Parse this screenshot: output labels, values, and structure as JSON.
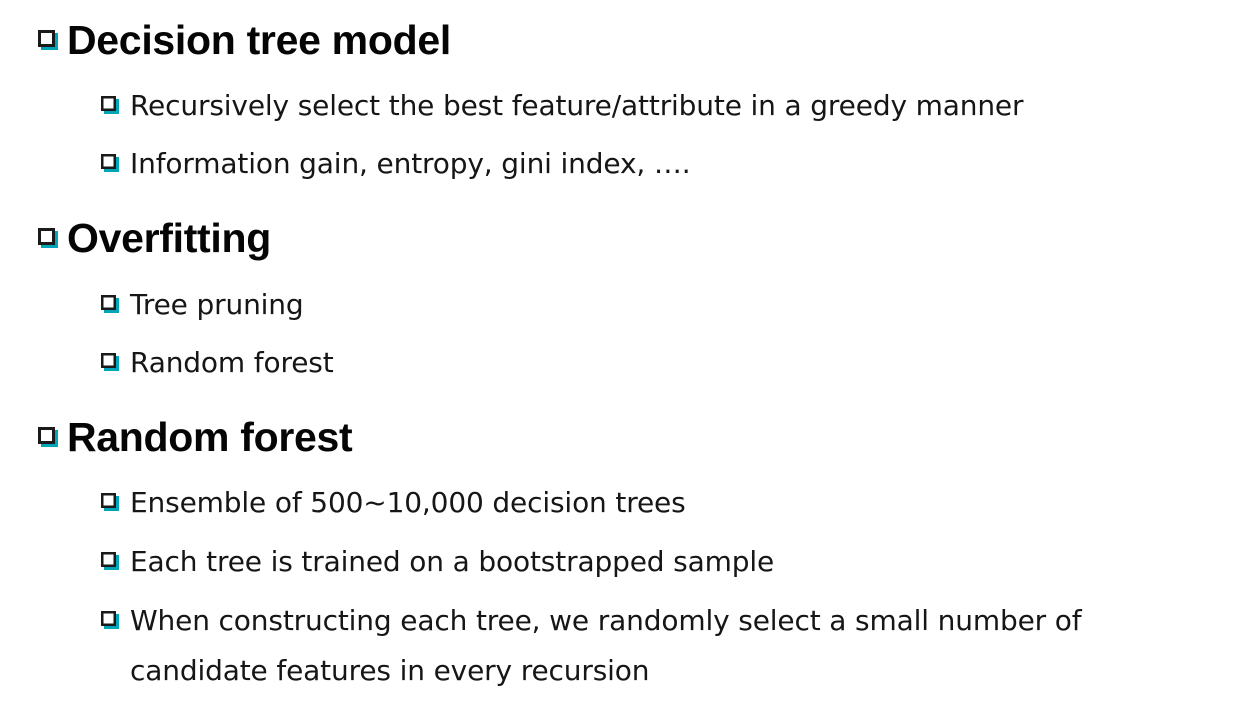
{
  "sections": [
    {
      "heading": "Decision tree model",
      "items": [
        "Recursively select the best feature/attribute in a greedy manner",
        "Information gain, entropy, gini index, …."
      ]
    },
    {
      "heading": "Overfitting",
      "items": [
        "Tree pruning",
        "Random forest"
      ]
    },
    {
      "heading": "Random forest",
      "items": [
        "Ensemble of 500~10,000 decision trees",
        "Each tree is trained on a bootstrapped sample",
        "When constructing each tree, we randomly select a small number of candidate features in every recursion"
      ]
    }
  ],
  "icons": {
    "heading_bullet": "square-checkbox-icon",
    "item_bullet": "square-checkbox-icon"
  },
  "colors": {
    "bullet_fill": "#1a1a1a",
    "bullet_shadow": "#00a6b8",
    "text": "#161616"
  }
}
